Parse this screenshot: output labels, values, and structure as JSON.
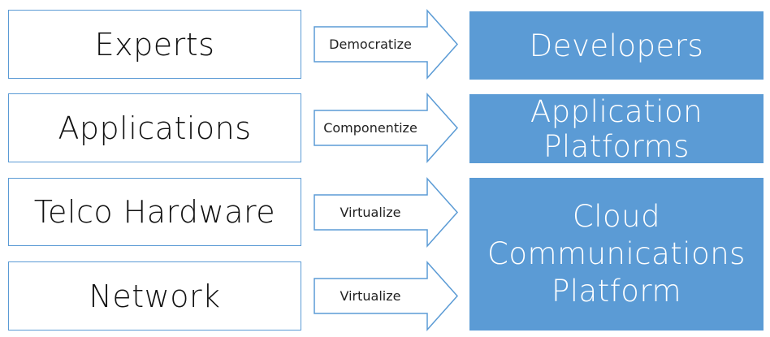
{
  "diagram": {
    "left": [
      {
        "label": "Experts"
      },
      {
        "label": "Applications"
      },
      {
        "label": "Telco Hardware"
      },
      {
        "label": "Network"
      }
    ],
    "arrows": [
      {
        "label": "Democratize"
      },
      {
        "label": "Componentize"
      },
      {
        "label": "Virtualize"
      },
      {
        "label": "Virtualize"
      }
    ],
    "right": {
      "developers": "Developers",
      "application_platforms": "Application Platforms",
      "cloud_line1": "Cloud",
      "cloud_line2": "Communications",
      "cloud_line3": "Platform"
    },
    "colors": {
      "accent": "#5b9bd5",
      "border": "#5b9bd5",
      "text": "#111111",
      "fill_text": "#ffffff"
    }
  }
}
